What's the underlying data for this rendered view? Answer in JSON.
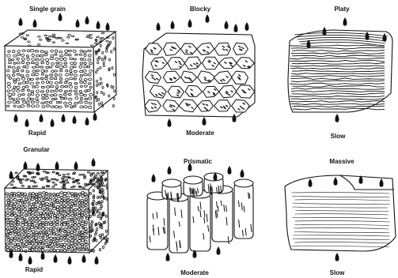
{
  "panels": [
    {
      "id": "single-grain",
      "title": "Single grain",
      "rate": "Rapid"
    },
    {
      "id": "blocky",
      "title": "Blocky",
      "rate": "Moderate"
    },
    {
      "id": "platy",
      "title": "Platy",
      "rate": "Slow"
    },
    {
      "id": "granular",
      "title": "Granular",
      "rate": "Rapid"
    },
    {
      "id": "prismatic",
      "title": "Prismatic",
      "rate": "Moderate"
    },
    {
      "id": "massive",
      "title": "Massive",
      "rate": "Slow"
    }
  ],
  "colors": {
    "ink": "#111111",
    "paper": "#ffffff"
  }
}
